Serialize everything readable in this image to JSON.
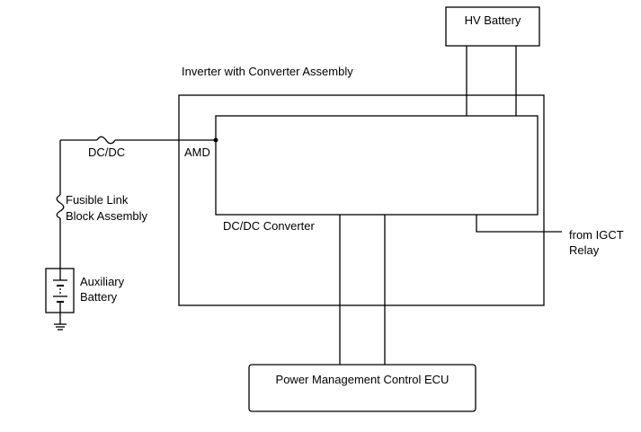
{
  "diagram": {
    "labels": {
      "hv_battery": "HV Battery",
      "inverter_assembly": "Inverter with Converter Assembly",
      "dcdc_fuse": "DC/DC",
      "amd_terminal": "AMD",
      "fusible_link_line1": "Fusible Link",
      "fusible_link_line2": "Block Assembly",
      "aux_battery_line1": "Auxiliary",
      "aux_battery_line2": "Battery",
      "dcdc_converter": "DC/DC Converter",
      "igct_line1": "from IGCT",
      "igct_line2": "Relay",
      "pm_ecu": "Power Management Control ECU"
    },
    "colors": {
      "line": "#000000",
      "background": "#ffffff"
    }
  }
}
